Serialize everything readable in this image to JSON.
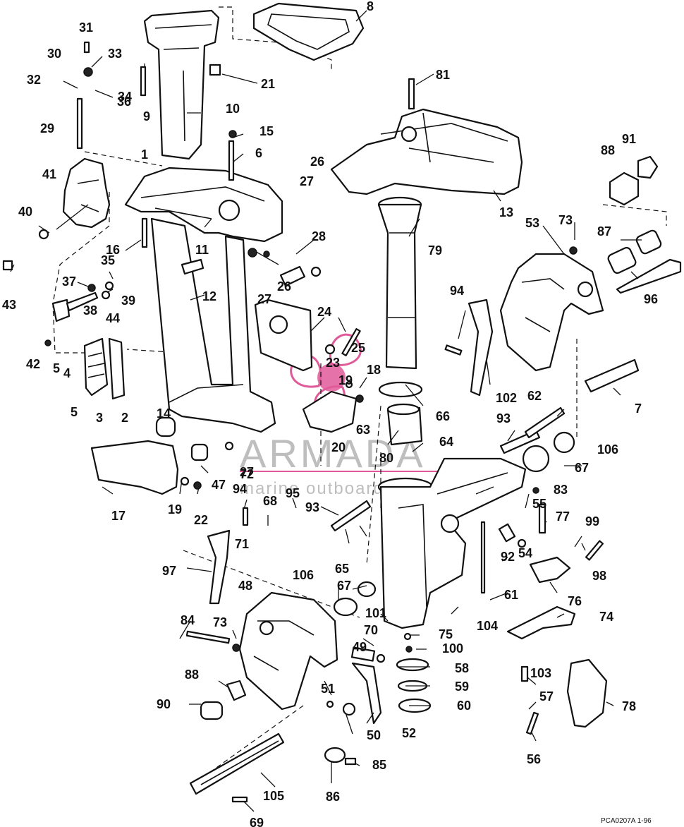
{
  "watermark": {
    "title": "ARMADA",
    "subtitle": "marine outboards",
    "accent_color": "#e05a9a"
  },
  "drawing_code": "PCA0207A   1-96",
  "callouts": [
    "1",
    "2",
    "3",
    "4",
    "5",
    "5",
    "6",
    "7",
    "8",
    "9",
    "10",
    "11",
    "12",
    "13",
    "14",
    "15",
    "16",
    "17",
    "18",
    "19",
    "19",
    "20",
    "21",
    "22",
    "23",
    "24",
    "25",
    "26",
    "26",
    "27",
    "27",
    "27",
    "28",
    "29",
    "30",
    "31",
    "32",
    "33",
    "34",
    "35",
    "36",
    "37",
    "38",
    "39",
    "40",
    "41",
    "42",
    "43",
    "44",
    "47",
    "48",
    "49",
    "50",
    "51",
    "52",
    "53",
    "54",
    "55",
    "56",
    "57",
    "58",
    "59",
    "60",
    "61",
    "62",
    "63",
    "64",
    "65",
    "66",
    "67",
    "67",
    "68",
    "69",
    "70",
    "71",
    "72",
    "73",
    "73",
    "74",
    "75",
    "76",
    "77",
    "78",
    "79",
    "80",
    "81",
    "83",
    "84",
    "85",
    "86",
    "87",
    "88",
    "88",
    "90",
    "91",
    "92",
    "93",
    "93",
    "94",
    "94",
    "95",
    "96",
    "97",
    "98",
    "99",
    "100",
    "101",
    "102",
    "103",
    "104",
    "105",
    "106",
    "106"
  ]
}
